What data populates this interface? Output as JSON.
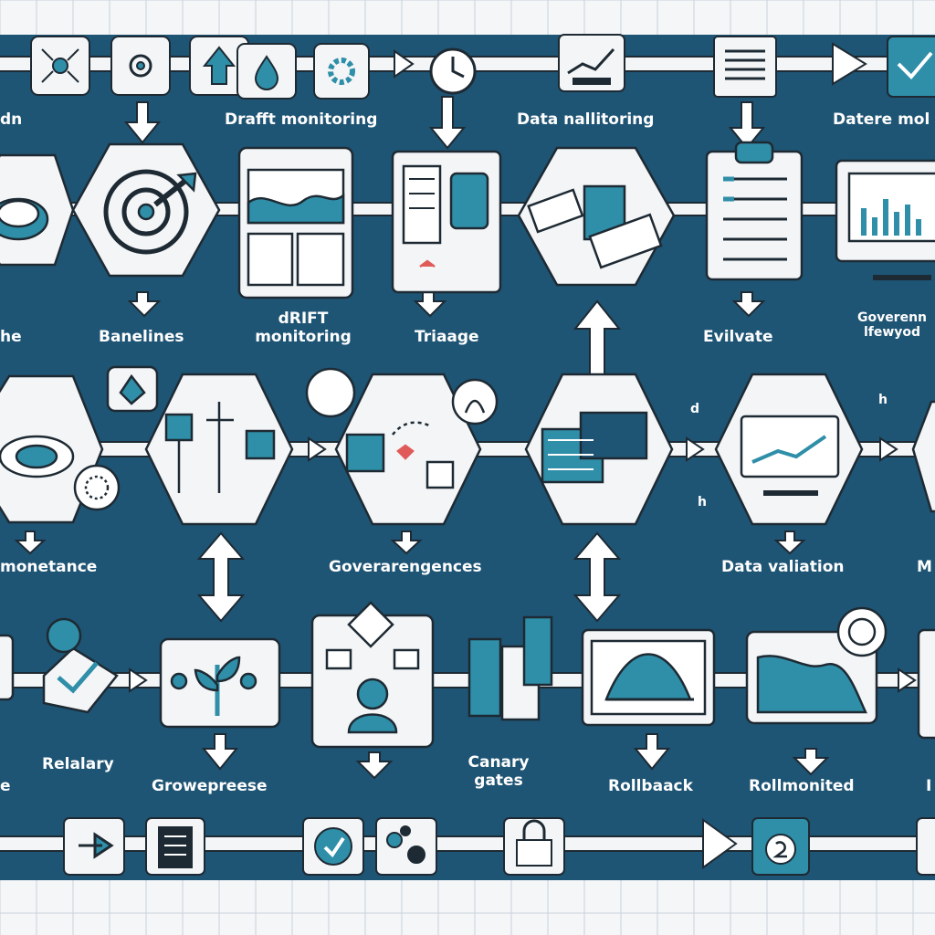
{
  "labels": {
    "top_cut_left": "dn",
    "drift_monitoring_top": "Drafft monitoring",
    "data_monitoring_top": "Data nallitoring",
    "right_top": "Datere mol",
    "left_mid": "he",
    "baselines": "Banelines",
    "drift_monitoring_mid_1": "dRIFT",
    "drift_monitoring_mid_2": "monitoring",
    "triage": "Triaage",
    "evaluate": "Evilvate",
    "governance_right_1": "Goverenn",
    "governance_right_2": "lfewyod",
    "maintenance": "monetance",
    "governance_mid": "Goverarengences",
    "data_validation": "Data valiation",
    "right_mid": "M",
    "left_bottom": "e",
    "reliability": "Relalary",
    "growth": "Growepreese",
    "canary_1": "Canary",
    "canary_2": "gates",
    "rollback": "Rollbaack",
    "rollmonitored": "Rollmonited",
    "right_bottom": "I",
    "stray_1": "d",
    "stray_2": "h",
    "stray_3": "h"
  },
  "icons": [
    "network-icon",
    "gear-node-icon",
    "upload-icon",
    "drop-icon",
    "gear-icon",
    "clock-icon",
    "chart-flag-icon",
    "document-list-icon",
    "checkbox-icon",
    "ring-icon",
    "target-icon",
    "dashboard-icon",
    "kanban-icon",
    "puzzle-icon",
    "clipboard-icon",
    "monitor-chart-icon",
    "cube-tree-icon",
    "cube-graph-icon",
    "stacked-box-icon",
    "screen-chart-icon",
    "diamond-icon",
    "plant-icon",
    "user-icon",
    "bell-curve-icon",
    "area-chart-icon",
    "play-icon",
    "server-icon",
    "check-circle-icon",
    "cluster-icon",
    "lock-icon",
    "coin-icon",
    "globe-icon"
  ],
  "colors": {
    "board": "#1e5474",
    "card": "#f3f5f7",
    "accent": "#2f8ea8",
    "ink": "#1e2a33"
  }
}
